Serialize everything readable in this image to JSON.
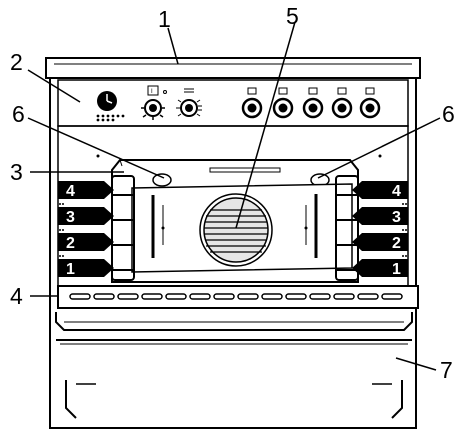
{
  "diagram": {
    "callouts": {
      "c1": "1",
      "c2": "2",
      "c3": "3",
      "c4": "4",
      "c5": "5",
      "c6_left": "6",
      "c6_right": "6",
      "c7": "7"
    },
    "shelf_levels_left": [
      "4",
      "3",
      "2",
      "1"
    ],
    "shelf_levels_right": [
      "4",
      "3",
      "2",
      "1"
    ],
    "control_panel": {
      "temp_dial_mark": "I"
    },
    "colors": {
      "line": "#000000",
      "badge": "#000000",
      "fan_fill": "#e6e6e6",
      "background": "#ffffff"
    }
  }
}
